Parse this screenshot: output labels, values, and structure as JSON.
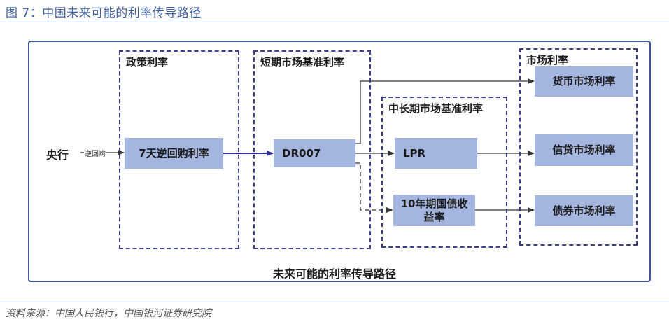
{
  "figure": {
    "title": "图 7：中国未来可能的利率传导路径",
    "caption": "未来可能的利率传导路径",
    "source_note": "资料来源：中国人民银行，中国银河证券研究院"
  },
  "groups": {
    "policy": "政策利率",
    "short_term": "短期市场基准利率",
    "mid_long_term": "中长期市场基准利率",
    "market": "市场利率"
  },
  "nodes": {
    "central_bank": "央行",
    "reverse_repo": "7天逆回购利率",
    "dr007": "DR007",
    "lpr": "LPR",
    "bond_10y": "10年期国债收益率",
    "money_market": "货币市场利率",
    "credit_market": "信贷市场利率",
    "bond_market": "债券市场利率"
  },
  "edges": {
    "central_to_repo": "逆回购"
  },
  "colors": {
    "node_fill": "#a4b6e0",
    "group_border": "#3a3f8f",
    "frame_border": "#3e5596",
    "solid_arrow": "#333333",
    "policy_arrow": "#2b2f9a"
  }
}
